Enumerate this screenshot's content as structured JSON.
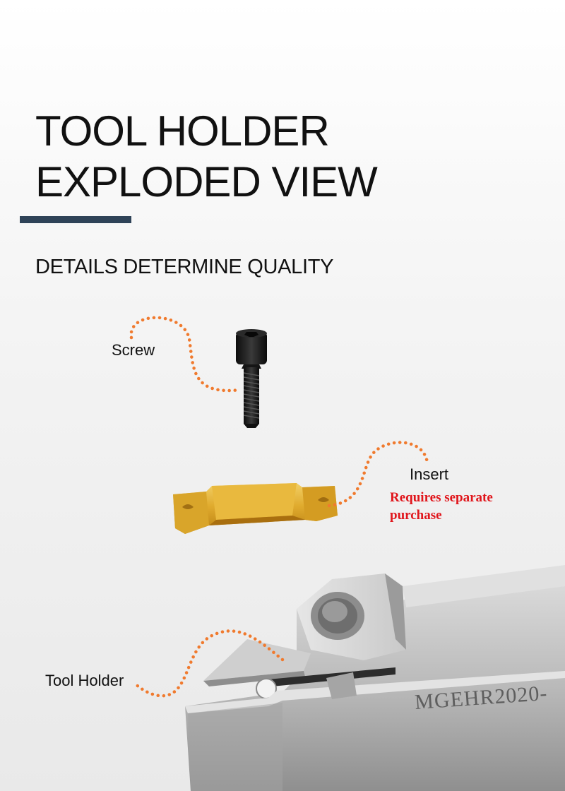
{
  "heading": {
    "line1": "TOOL HOLDER",
    "line2": "EXPLODED VIEW"
  },
  "subtitle": "DETAILS DETERMINE QUALITY",
  "labels": {
    "screw": "Screw",
    "insert": "Insert",
    "insert_note_line1": "Requires separate",
    "insert_note_line2": "purchase",
    "tool_holder": "Tool Holder"
  },
  "engraving": "MGEHR2020-",
  "colors": {
    "accent_bar": "#2f4358",
    "dots": "#f07a2e",
    "note": "#e0151b",
    "insert_gold": "#d9a52a"
  }
}
